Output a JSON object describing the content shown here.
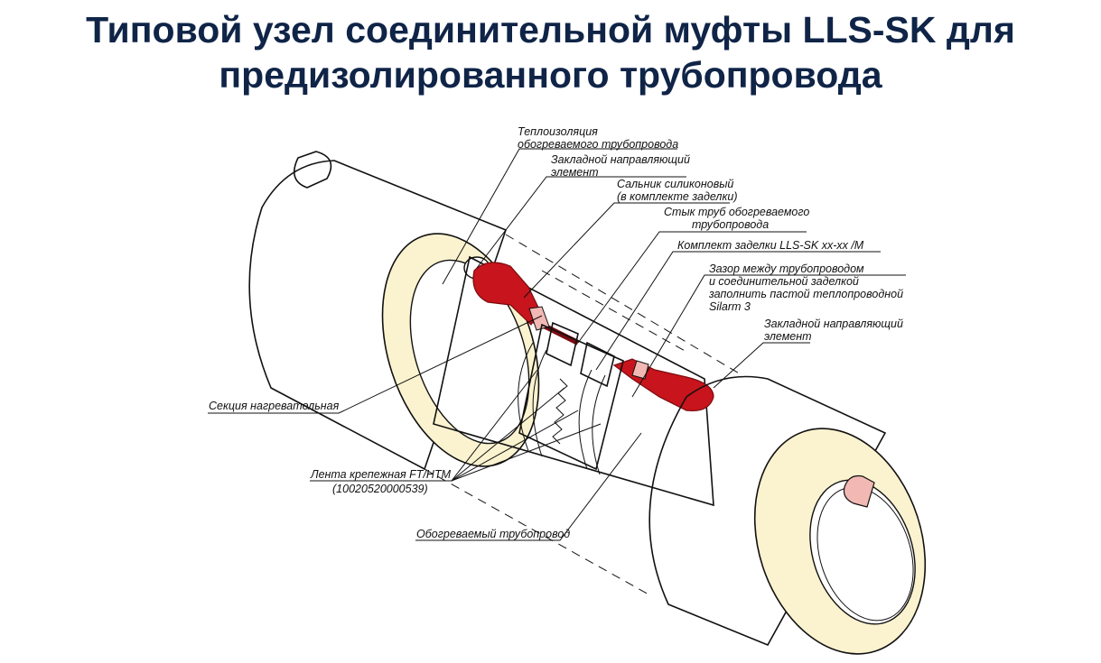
{
  "title": {
    "line1": "Типовой узел соединительной муфты LLS-SK для",
    "line2": "предизолированного трубопровода"
  },
  "labels": {
    "insulation": [
      "Теплоизоляция",
      "обогреваемого трубопровода"
    ],
    "guide_element_top": [
      "Закладной направляющий",
      "элемент"
    ],
    "silicone_gland": [
      "Сальник силиконовый",
      "(в комплекте заделки)"
    ],
    "pipe_joint": [
      "Стык труб обогреваемого",
      "трубопровода"
    ],
    "sealing_kit": "Комплект заделки LLS-SK xx-xx /M",
    "gap": [
      "Зазор между трубопроводом",
      "и соединительной заделкой",
      "заполнить пастой теплопроводной",
      "Silarm 3"
    ],
    "guide_element_right": [
      "Закладной направляющий",
      "элемент"
    ],
    "heating_section": "Секция нагревательная",
    "tape": [
      "Лента крепежная FT/HTM",
      "(10020520000539)"
    ],
    "heated_pipe": "Обогреваемый трубопровод"
  },
  "colors": {
    "title": "#0f2447",
    "insulation_fill": "#fbf3cf",
    "gland_red": "#c8141c",
    "gland_dark": "#7a0c10",
    "pink": "#f2b8b3",
    "outline": "#111111"
  }
}
